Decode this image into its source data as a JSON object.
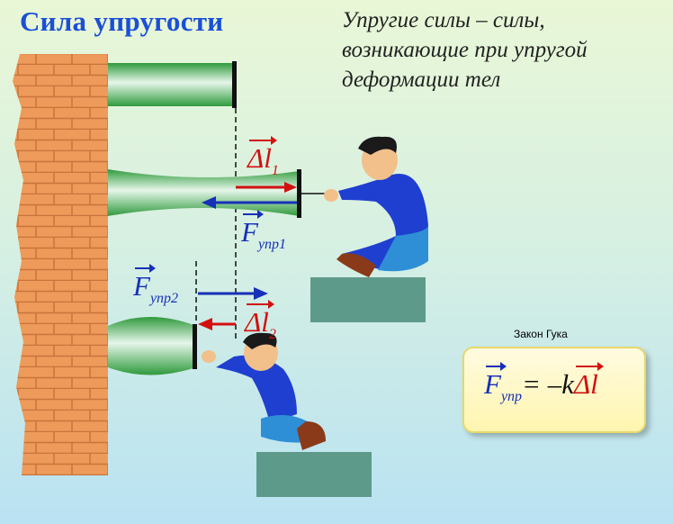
{
  "title": "Сила упругости",
  "definition": {
    "line1": "Упругие силы – силы,",
    "line2": "возникающие при упругой",
    "line3": "деформации тел"
  },
  "labels": {
    "delta_l1_sym": "Δl",
    "delta_l1_idx": "1",
    "f_upr1_sym": "F",
    "f_upr1_idx": "упр1",
    "f_upr2_sym": "F",
    "f_upr2_idx": "упр2",
    "delta_l2_sym": "Δl",
    "delta_l2_idx": "2"
  },
  "law": {
    "caption": "Закон Гука",
    "f": "F",
    "f_idx": "упр",
    "rhs": "= –k",
    "dl": "Δl"
  },
  "colors": {
    "title": "#1a4fd6",
    "brick": "#ee9a5a",
    "rod": "#3aa84a",
    "force_arrow": "#1730b8",
    "deform_arrow": "#d21010",
    "block": "#5e9a8a"
  }
}
